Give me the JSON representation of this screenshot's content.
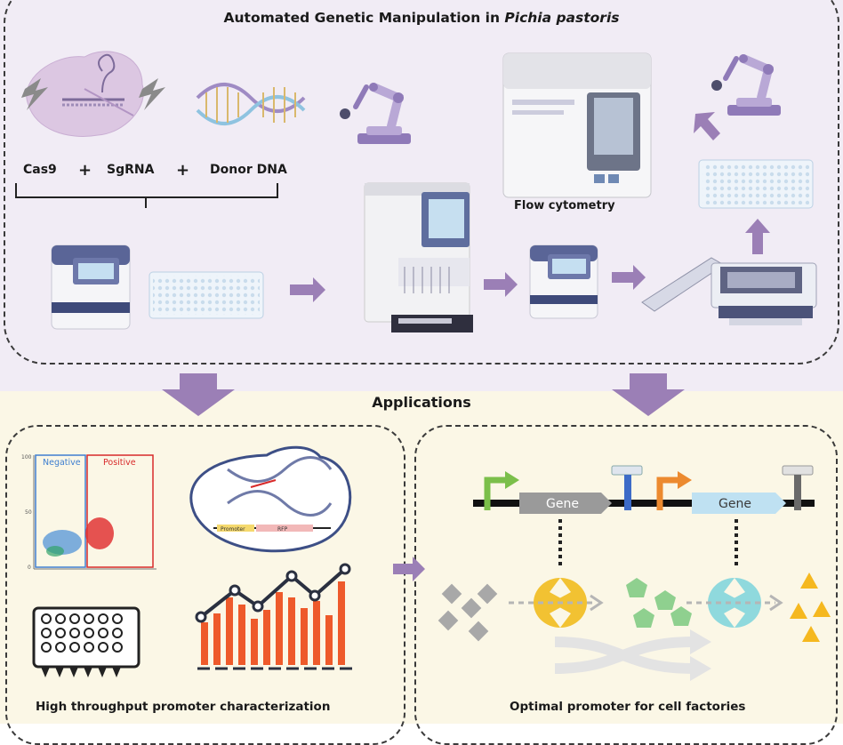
{
  "title": {
    "main": "Automated Genetic Manipulation in ",
    "italic": "Pichia pastoris"
  },
  "components": {
    "cas9": "Cas9",
    "sgrna": "SgRNA",
    "donor": "Donor DNA",
    "plus": "+"
  },
  "flow_label": "Flow cytometry",
  "applications_label": "Applications",
  "left_caption": "High throughput promoter characterization",
  "right_caption": "Optimal promoter for cell factories",
  "flow_plot": {
    "negative_label": "Negative",
    "positive_label": "Positive",
    "y_ticks": [
      "100",
      "50",
      "0"
    ]
  },
  "plasmid": {
    "promoter_label": "Promoter",
    "rfp_label": "RFP"
  },
  "gene_labels": {
    "gene1": "Gene",
    "gene2": "Gene"
  },
  "colors": {
    "accent_purple": "#9b7fb6",
    "promoter_green": "#7bbf4a",
    "promoter_orange": "#ec8a2f",
    "enzyme_yellow": "#f2c232",
    "enzyme_cyan": "#8fd9dd",
    "bar_orange": "#ee5a2b",
    "negative_blue": "#3f7fd0",
    "positive_red": "#d82a2a"
  }
}
